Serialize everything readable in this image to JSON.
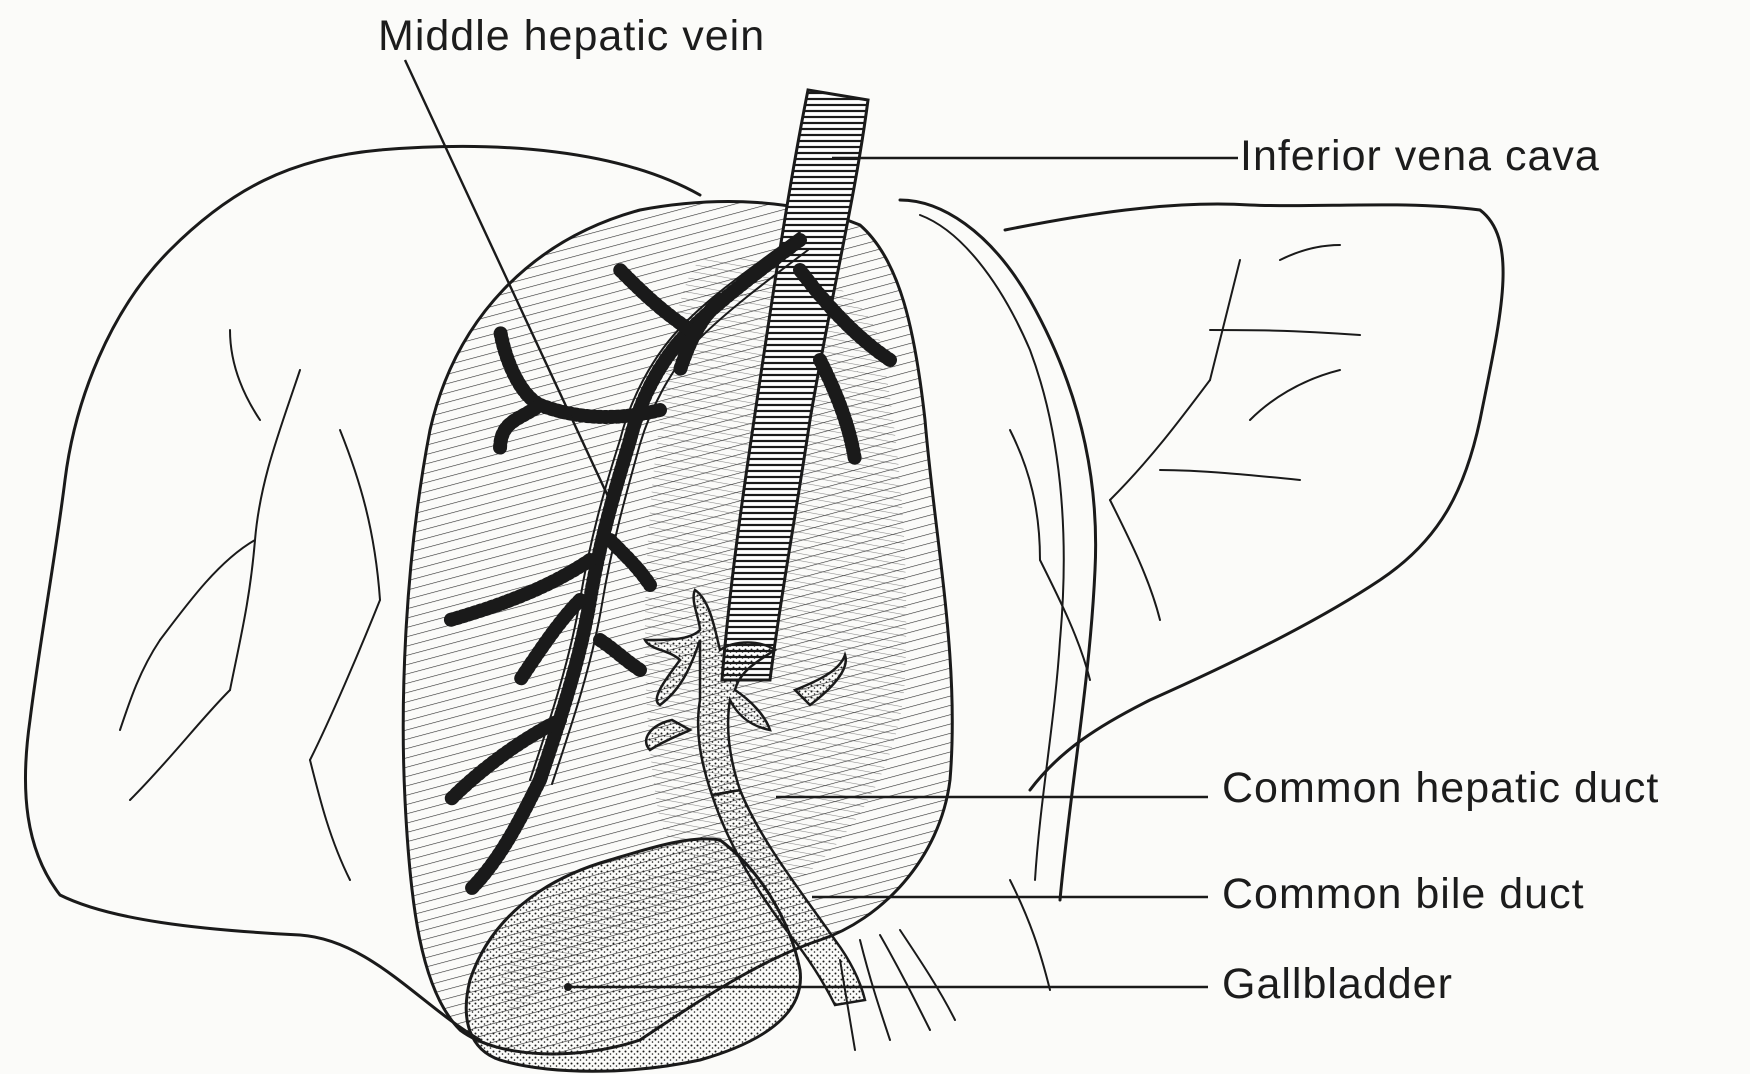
{
  "figure": {
    "labels": {
      "middle_hepatic_vein": "Middle hepatic vein",
      "inferior_vena_cava": "Inferior vena cava",
      "common_hepatic_duct": "Common hepatic duct",
      "common_bile_duct": "Common bile duct",
      "gallbladder": "Gallbladder"
    }
  }
}
